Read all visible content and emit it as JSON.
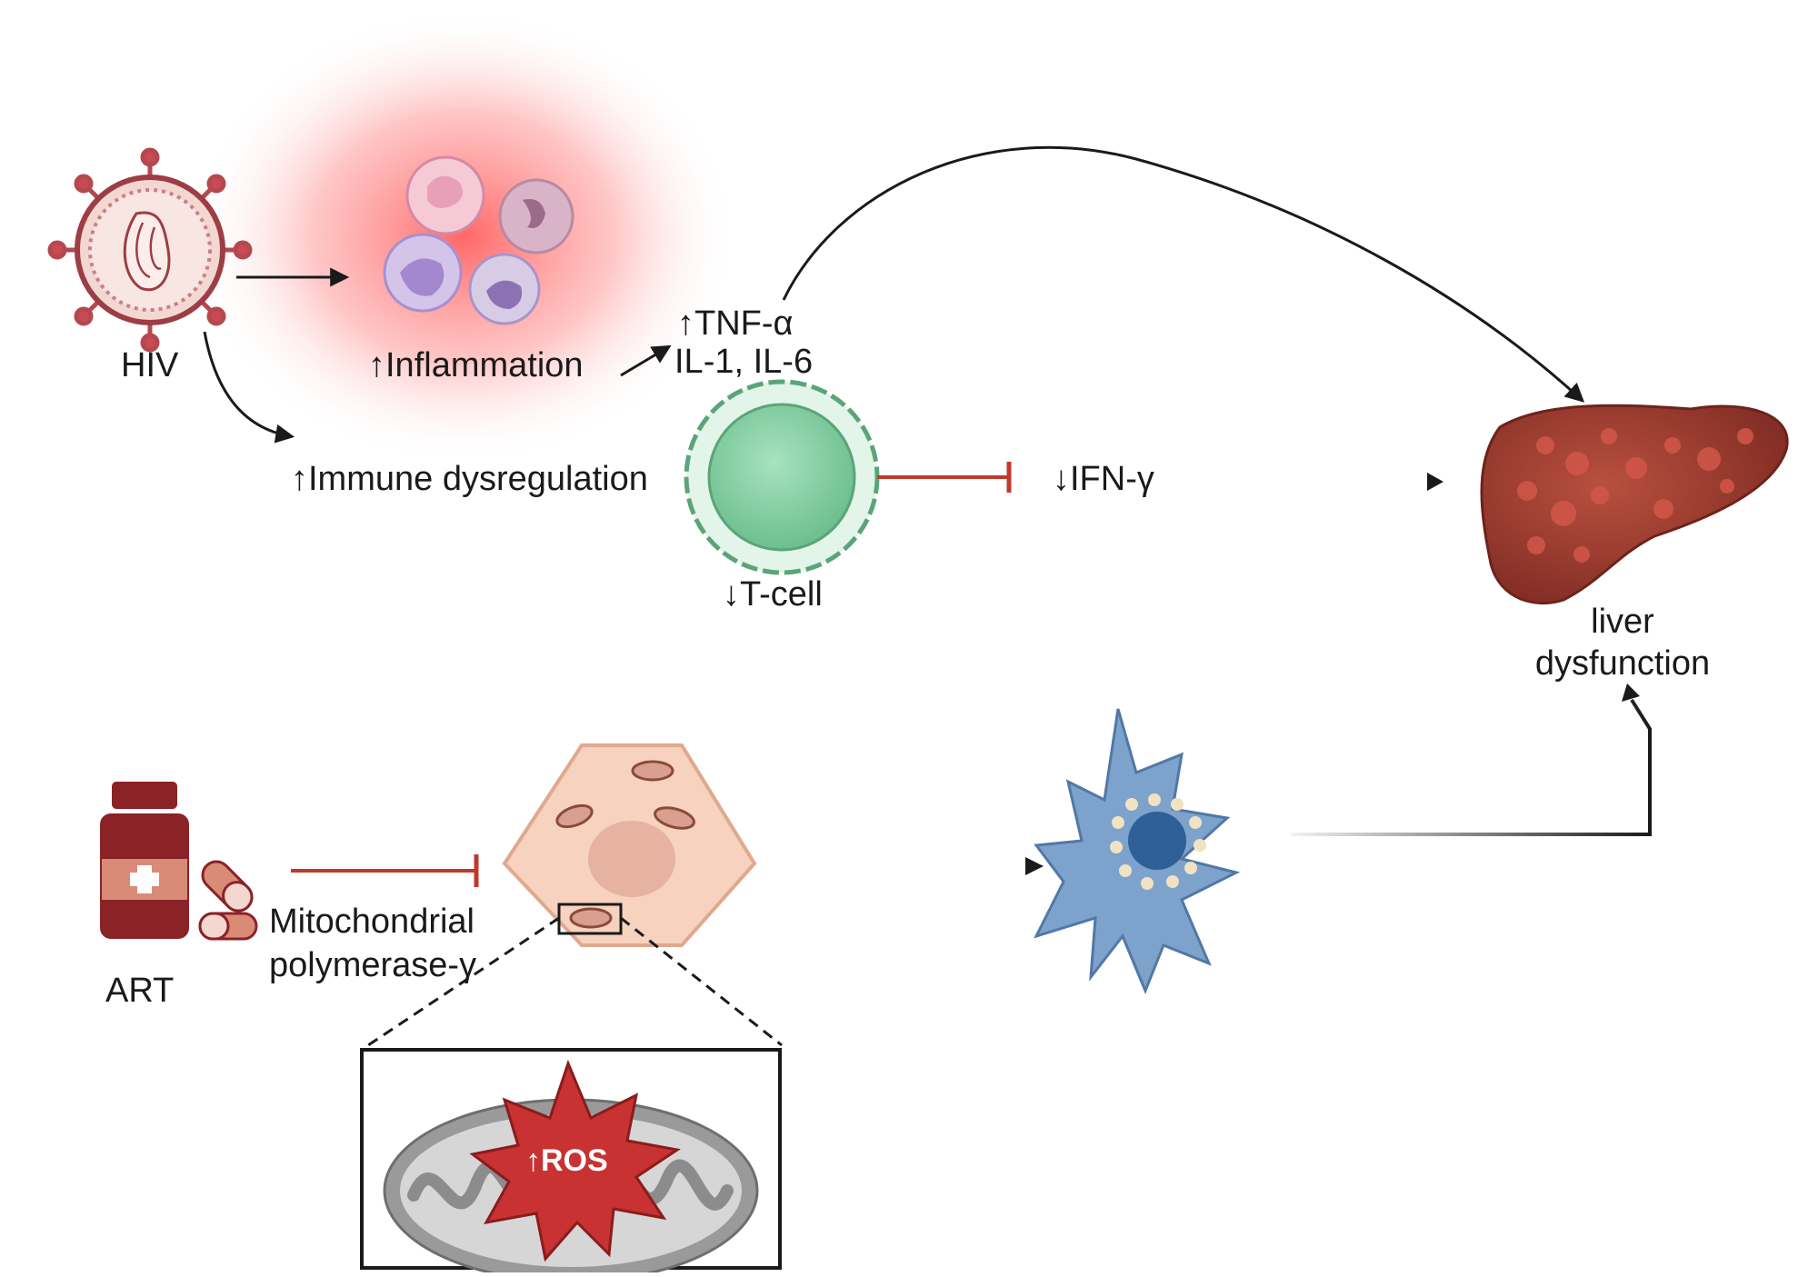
{
  "labels": {
    "hiv": "HIV",
    "inflammation": "↑Inflammation",
    "immune_dysregulation": "↑Immune dysregulation",
    "tnf": "↑TNF-α",
    "il": "IL-1, IL-6",
    "ifn": "↓IFN-γ",
    "tcell": "↓T-cell",
    "liver_line1": "liver",
    "liver_line2": "dysfunction",
    "art": "ART",
    "mito_line1": "Mitochondrial",
    "mito_line2": "polymerase-γ",
    "ros": "↑ROS"
  },
  "colors": {
    "arrow": "#1a1a1a",
    "inhibit": "#c0392b",
    "inflammation_glow": "#ff4d4d",
    "virus": "#b5484f",
    "tcell": "#8fd3a9",
    "liver": "#9c3b30",
    "hepatocyte": "#f6d2bf",
    "stellate": "#7da2cc",
    "art_bottle": "#8b2226",
    "mito_outer": "#9a9a9a",
    "ros_star": "#c83232"
  },
  "icons": [
    "hiv-virus-icon",
    "immune-cells-icon",
    "t-cell-icon",
    "liver-icon",
    "art-medicine-icon",
    "pills-icon",
    "hepatocyte-icon",
    "stellate-cell-icon",
    "mitochondrion-icon",
    "ros-star-icon"
  ]
}
